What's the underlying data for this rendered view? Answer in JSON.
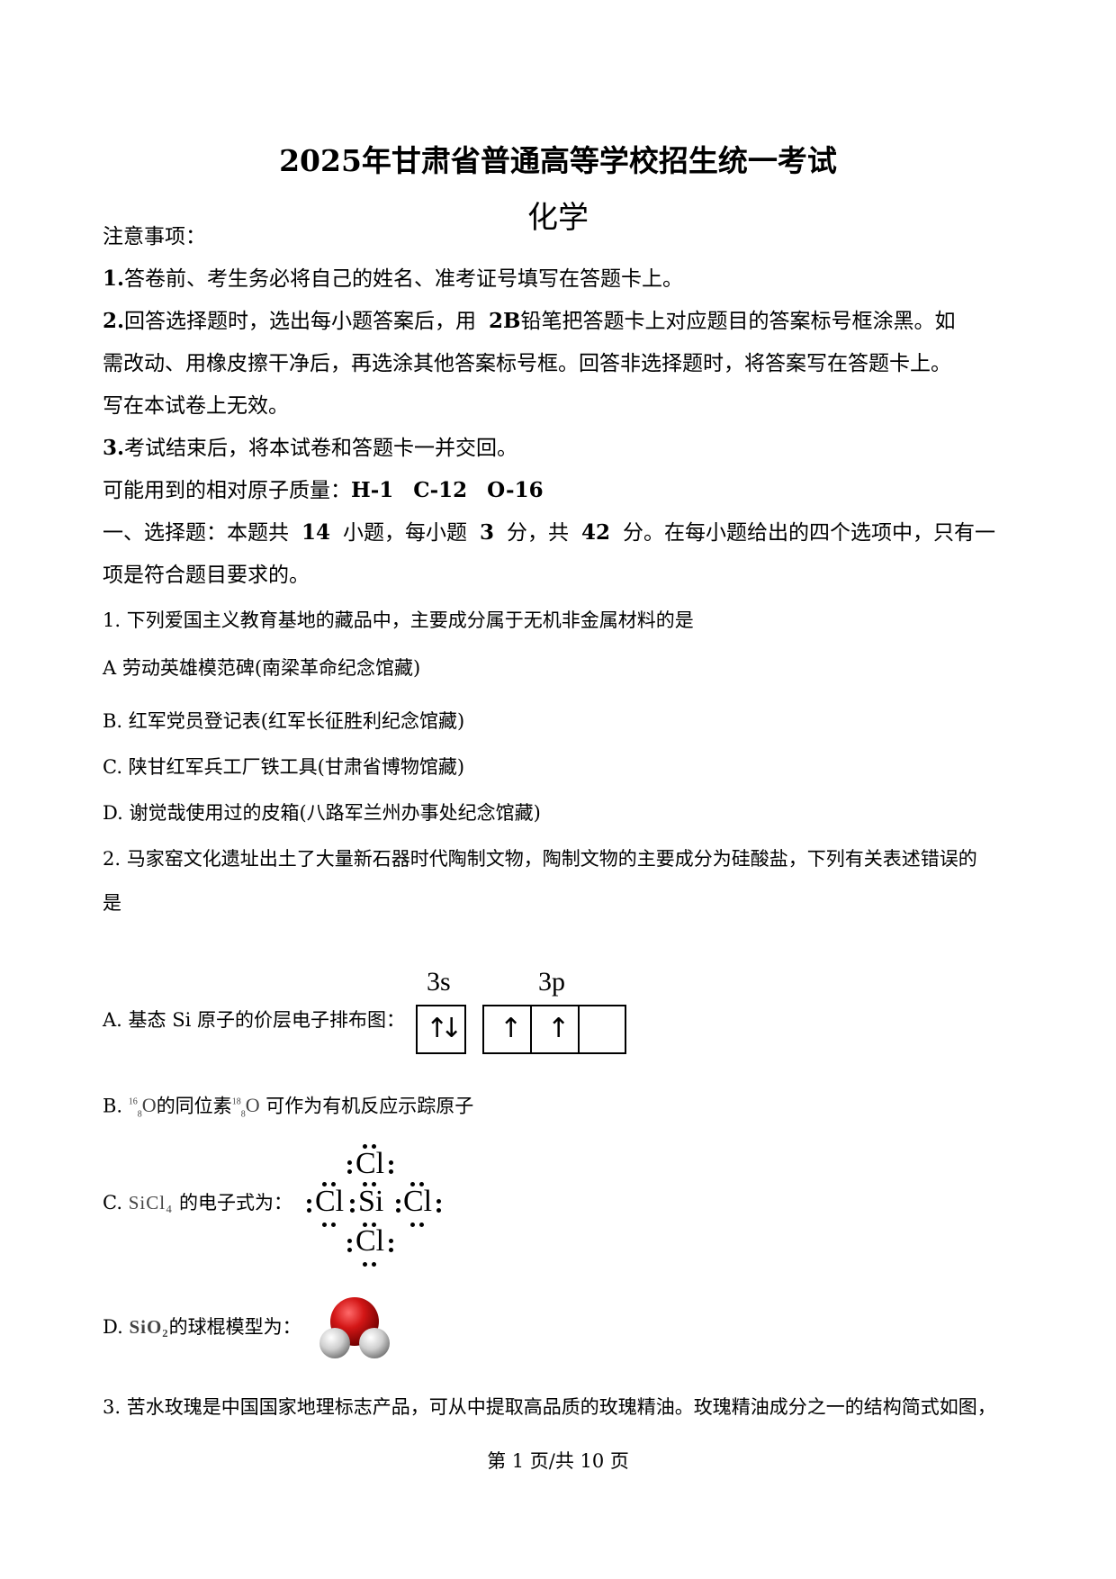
{
  "header": {
    "title": "2025年甘肃省普通高等学校招生统一考试",
    "subject": "化学"
  },
  "notice": {
    "heading": "注意事项：",
    "item1_num": "1.",
    "item1": "答卷前、考生务必将自己的姓名、准考证号填写在答题卡上。",
    "item2_num": "2.",
    "item2_a": "回答选择题时，选出每小题答案后，用",
    "item2_bold": "2B",
    "item2_b": "铅笔把答题卡上对应题目的答案标号框涂黑。如",
    "item2_c": "需改动、用橡皮擦干净后，再选涂其他答案标号框。回答非选择题时，将答案写在答题卡上。",
    "item2_d": "写在本试卷上无效。",
    "item3_num": "3.",
    "item3": "考试结束后，将本试卷和答题卡一并交回。",
    "masses_label": "可能用到的相对原子质量：",
    "mass_h": "H-1",
    "mass_c": "C-12",
    "mass_o": "O-16"
  },
  "section1": {
    "p1": "一、选择题：本题共",
    "count": "14",
    "p2": "小题，每小题",
    "each": "3",
    "p3": "分，共",
    "total": "42",
    "p4": "分。在每小题给出的四个选项中，只有一",
    "p5": "项是符合题目要求的。"
  },
  "q1": {
    "stem": "1. 下列爱国主义教育基地的藏品中，主要成分属于无机非金属材料的是",
    "a": "A   劳动英雄模范碑(南梁革命纪念馆藏)",
    "b": "B. 红军党员登记表(红军长征胜利纪念馆藏)",
    "c": "C. 陕甘红军兵工厂铁工具(甘肃省博物馆藏)",
    "d": "D. 谢觉哉使用过的皮箱(八路军兰州办事处纪念馆藏)"
  },
  "q2": {
    "stem1": "2. 马家窑文化遗址出土了大量新石器时代陶制文物，陶制文物的主要成分为硅酸盐，下列有关表述错误的",
    "stem2": "是",
    "a_text": "A. 基态  Si 原子的价层电子排布图：",
    "label_3s": "3s",
    "label_3p": "3p",
    "b_prefix": "B.",
    "b_iso1_mass": "16",
    "b_iso1_num": "8",
    "b_iso_sym": "O",
    "b_mid": "的同位素",
    "b_iso2_mass": "18",
    "b_iso2_num": "8",
    "b_tail": " 可作为有机反应示踪原子",
    "c_prefix": "C.",
    "c_formula": "SiCl₄",
    "c_tail": " 的电子式为：",
    "lewis_cl": "Cl",
    "lewis_si": "Si",
    "d_prefix": "D.",
    "d_formula": "SiO₂",
    "d_tail": "的球棍模型为："
  },
  "q3": {
    "stem": "3. 苦水玫瑰是中国国家地理标志产品，可从中提取高品质的玫瑰精油。玫瑰精油成分之一的结构简式如图，"
  },
  "footer": {
    "page": "第  1 页/共  10 页"
  }
}
